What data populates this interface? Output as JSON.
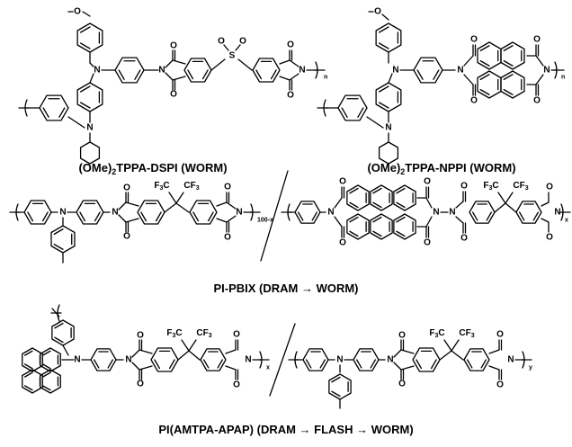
{
  "atoms": {
    "oxygen": "O",
    "nitrogen": "N",
    "sulfur": "S",
    "cf3": "CF",
    "three": "3",
    "f3": "F",
    "f3c": "C"
  },
  "subscripts": {
    "n": "n",
    "x": "x",
    "y": "y",
    "hundred_minus_x": "100-x"
  },
  "captions": {
    "dspi_pre": "(OMe)",
    "dspi_sub": "2",
    "dspi_post": "TPPA-DSPI (WORM)",
    "nppi_pre": "(OMe)",
    "nppi_sub": "2",
    "nppi_post": "TPPA-NPPI (WORM)",
    "pbix": "PI-PBIX (DRAM → WORM)",
    "amtpa": "PI(AMTPA-APAP) (DRAM → FLASH → WORM)"
  }
}
